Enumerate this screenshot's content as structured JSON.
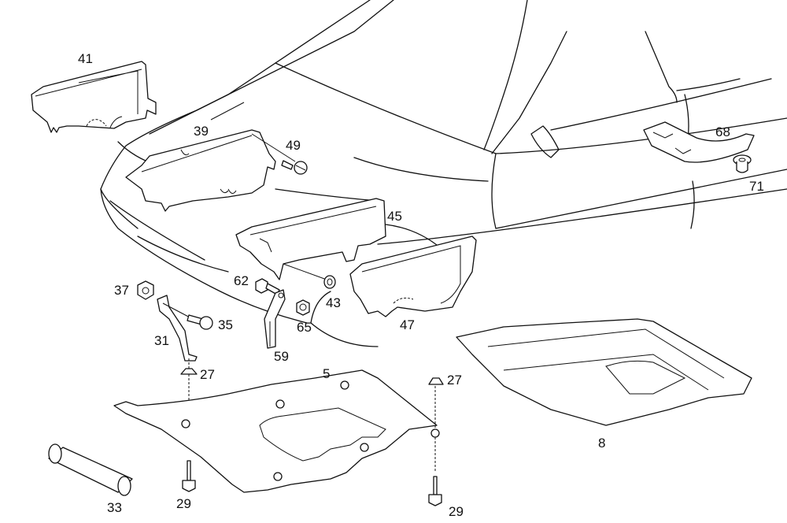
{
  "diagram": {
    "title": "Underbody panels exploded view",
    "callouts": [
      {
        "id": "41",
        "label": "41"
      },
      {
        "id": "39",
        "label": "39"
      },
      {
        "id": "49",
        "label": "49"
      },
      {
        "id": "68",
        "label": "68"
      },
      {
        "id": "71",
        "label": "71"
      },
      {
        "id": "45",
        "label": "45"
      },
      {
        "id": "37",
        "label": "37"
      },
      {
        "id": "62",
        "label": "62"
      },
      {
        "id": "43",
        "label": "43"
      },
      {
        "id": "35",
        "label": "35"
      },
      {
        "id": "65",
        "label": "65"
      },
      {
        "id": "47",
        "label": "47"
      },
      {
        "id": "31",
        "label": "31"
      },
      {
        "id": "59",
        "label": "59"
      },
      {
        "id": "27a",
        "label": "27"
      },
      {
        "id": "5",
        "label": "5"
      },
      {
        "id": "27b",
        "label": "27"
      },
      {
        "id": "8",
        "label": "8"
      },
      {
        "id": "33",
        "label": "33"
      },
      {
        "id": "29a",
        "label": "29"
      },
      {
        "id": "29b",
        "label": "29"
      }
    ]
  }
}
